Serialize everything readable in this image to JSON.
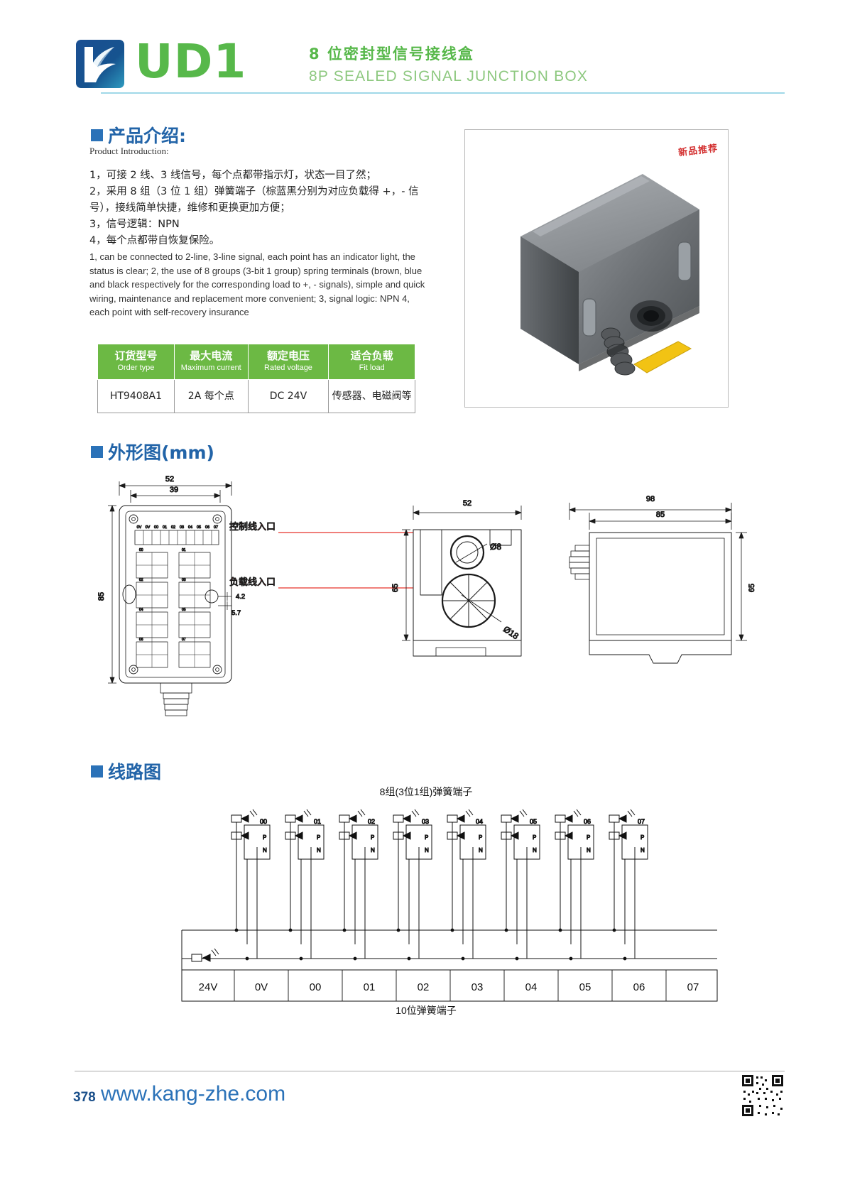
{
  "header": {
    "logo_text": "UD1",
    "title_cn": "8 位密封型信号接线盒",
    "title_en": "8P SEALED SIGNAL JUNCTION BOX"
  },
  "intro": {
    "heading_cn": "产品介绍:",
    "heading_en": "Product Introduction:",
    "body_cn": "1，可接 2 线、3 线信号，每个点都带指示灯，状态一目了然；\n2，采用 8 组（3 位 1 组）弹簧端子（棕蓝黑分别为对应负载得 +，- 信号），接线简单快捷，维修和更换更加方便；\n3，信号逻辑：NPN\n4，每个点都带自恢复保险。",
    "body_en": "1, can be connected to 2-line, 3-line signal, each point has an indicator light, the status is clear;\n2, the use of 8 groups (3-bit 1 group) spring terminals (brown, blue and black respectively for the corresponding load to +, - signals), simple and quick wiring, maintenance and replacement more convenient;\n3, signal logic: NPN\n4, each point with self-recovery insurance"
  },
  "spec_table": {
    "headers": [
      {
        "cn": "订货型号",
        "en": "Order type"
      },
      {
        "cn": "最大电流",
        "en": "Maximum current"
      },
      {
        "cn": "额定电压",
        "en": "Rated voltage"
      },
      {
        "cn": "适合负载",
        "en": "Fit load"
      }
    ],
    "rows": [
      [
        "HT9408A1",
        "2A 每个点",
        "DC 24V",
        "传感器、电磁阀等"
      ]
    ]
  },
  "photo": {
    "watermark": "新品推荐"
  },
  "outline": {
    "heading_cn": "外形图(mm)",
    "labels": {
      "control_entry": "控制线入口",
      "load_entry": "负载线入口"
    },
    "front_view": {
      "width_outer": "52",
      "width_inner": "39",
      "height": "85",
      "hole_dia": "4.2",
      "hole_offset": "5.7",
      "terminal_labels": [
        "0V",
        "0V",
        "00",
        "01",
        "02",
        "03",
        "04",
        "05",
        "06",
        "07"
      ],
      "row_labels": [
        "00",
        "01",
        "02",
        "03",
        "04",
        "05",
        "06",
        "07"
      ]
    },
    "side_view": {
      "width": "52",
      "height": "65",
      "dia_small": "Ø8",
      "dia_large": "Ø18"
    },
    "top_view": {
      "length_outer": "98",
      "length_inner": "85",
      "height": "65"
    }
  },
  "circuit": {
    "heading_cn": "线路图",
    "top_caption": "8组(3位1组)弹簧端子",
    "bottom_caption": "10位弹簧端子",
    "group_labels": [
      "00",
      "01",
      "02",
      "03",
      "04",
      "05",
      "06",
      "07"
    ],
    "group_pins": [
      "P",
      "N"
    ],
    "terminal_labels": [
      "24V",
      "0V",
      "00",
      "01",
      "02",
      "03",
      "04",
      "05",
      "06",
      "07"
    ]
  },
  "footer": {
    "page_number": "378",
    "website": "www.kang-zhe.com"
  },
  "colors": {
    "brand_green": "#57b84a",
    "table_green": "#6cb944",
    "heading_blue": "#2264a8",
    "callout_red": "#e8332a"
  }
}
